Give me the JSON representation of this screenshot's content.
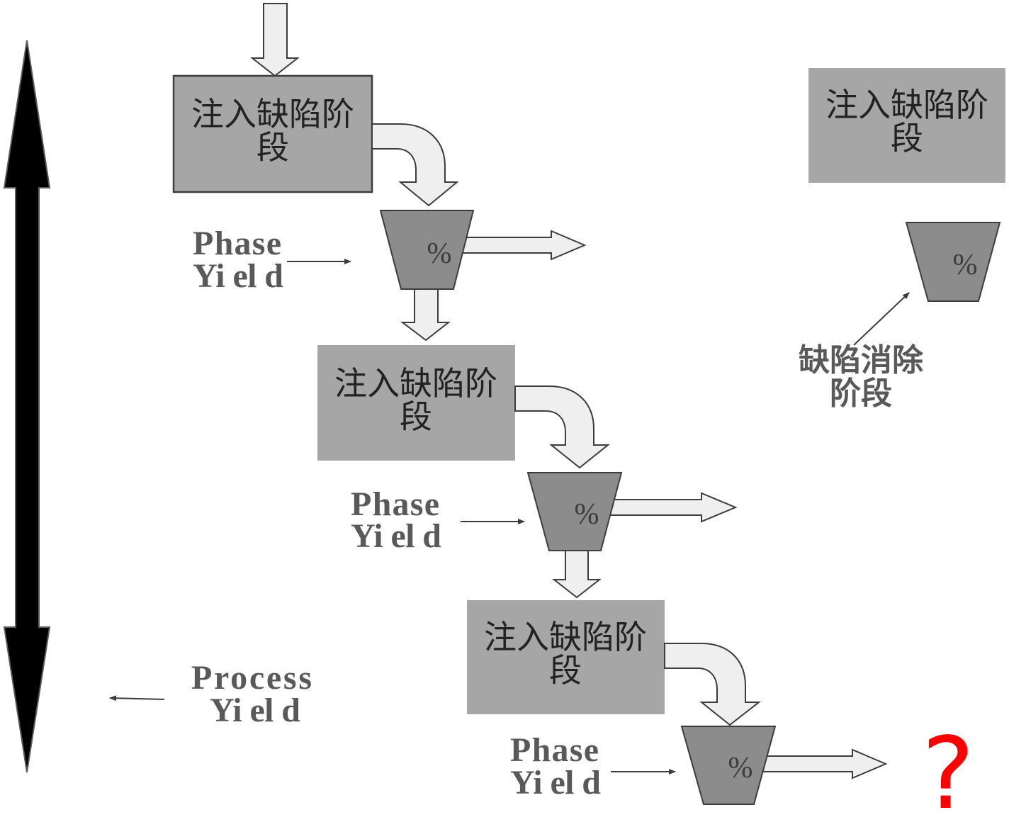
{
  "diagram": {
    "stages": [
      {
        "box_line1": "注入缺陷阶",
        "box_line2": "段",
        "yield_symbol": "%",
        "phase_label": "Phase",
        "yield_label": "Yi el d"
      },
      {
        "box_line1": "注入缺陷阶",
        "box_line2": "段",
        "yield_symbol": "%",
        "phase_label": "Phase",
        "yield_label": "Yi el d"
      },
      {
        "box_line1": "注入缺陷阶",
        "box_line2": "段",
        "yield_symbol": "%",
        "phase_label": "Phase",
        "yield_label": "Yi el d"
      }
    ],
    "process_yield": {
      "line1": "Process",
      "line2": "Yi el d"
    },
    "outcome_symbol": "?",
    "legend": {
      "injection_line1": "注入缺陷阶",
      "injection_line2": "段",
      "removal_symbol": "%",
      "removal_line1": "缺陷消除",
      "removal_line2": "阶段"
    },
    "colors": {
      "box": "#a6a6a6",
      "funnel": "#8c8c8c",
      "arrow": "#efefef",
      "outline": "#3c3c3c",
      "label": "#595959",
      "question": "#ff0000",
      "main_arrow": "#000000"
    }
  }
}
